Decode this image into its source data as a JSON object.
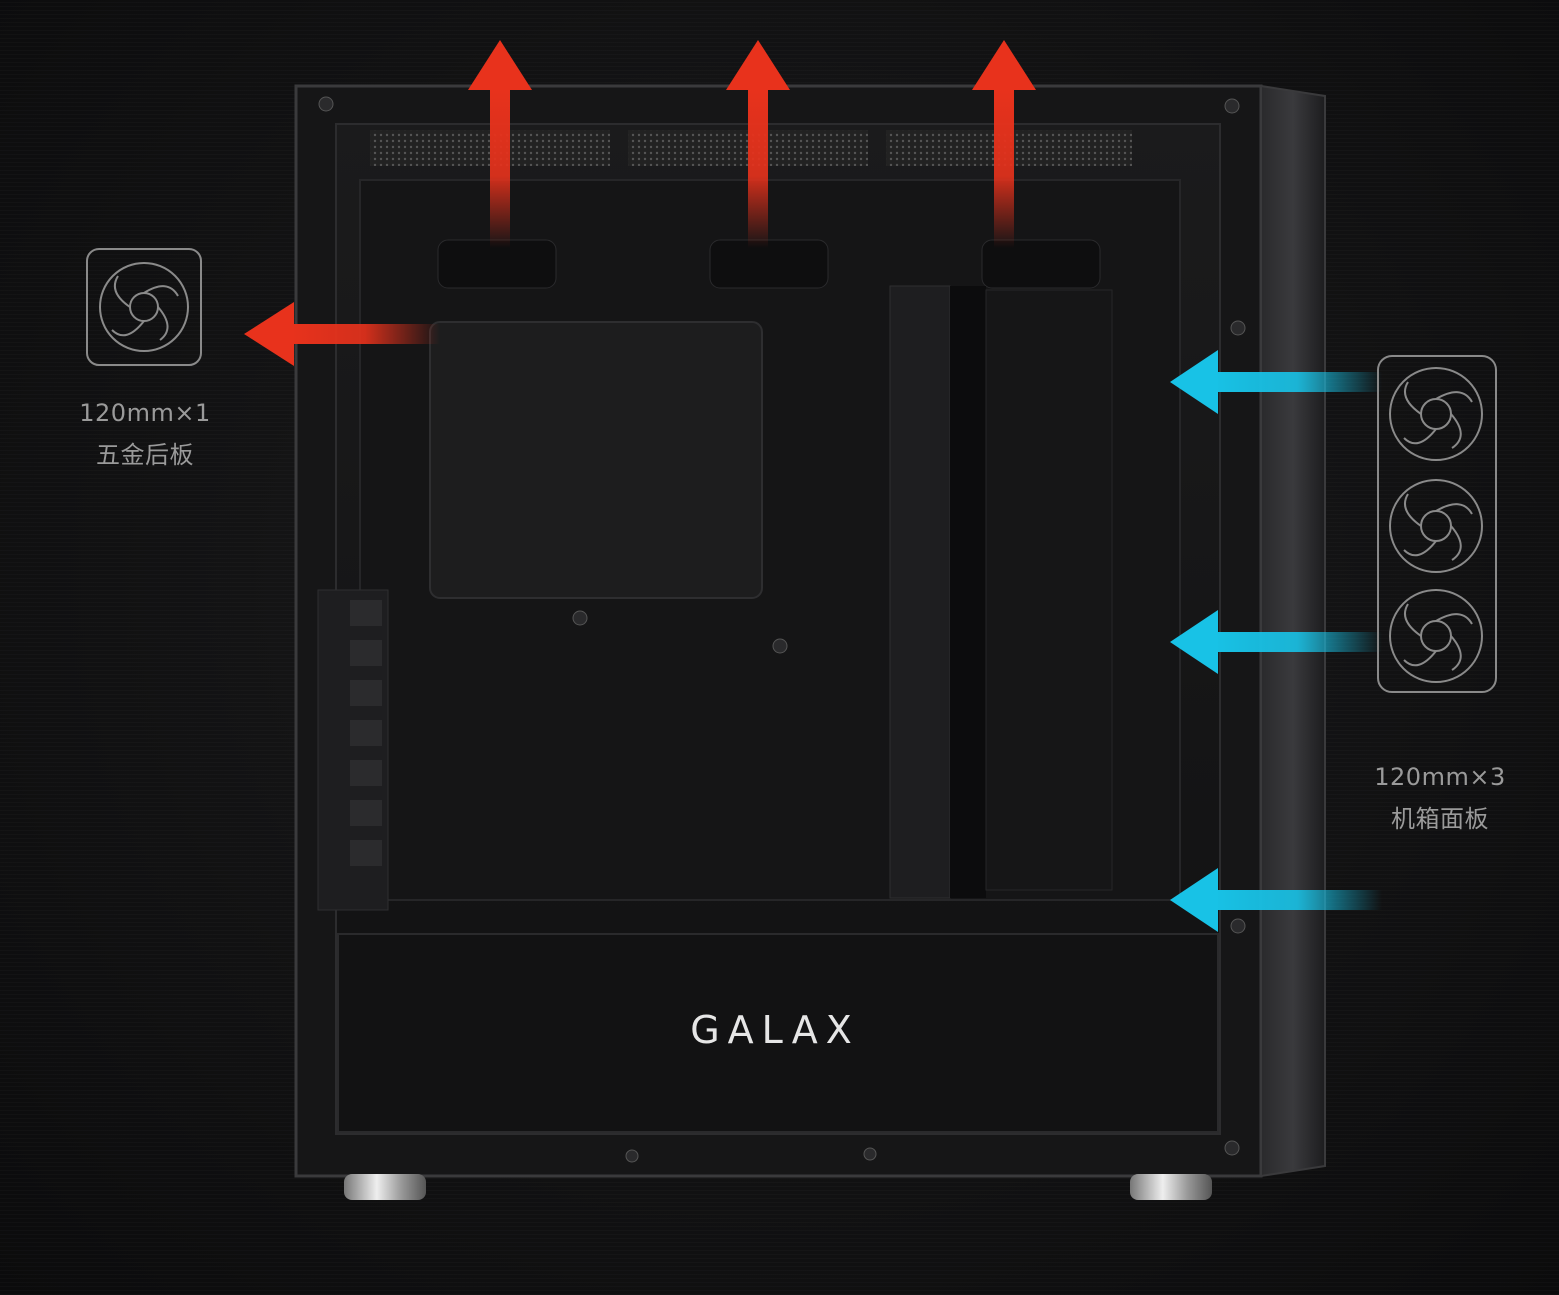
{
  "rear_fan": {
    "size_label": "120mm×1",
    "position_label": "五金后板",
    "count": 1
  },
  "front_fans": {
    "size_label": "120mm×3",
    "position_label": "机箱面板",
    "count": 3
  },
  "brand_logo": "GALAX",
  "colors": {
    "exhaust_arrow": "#e8321c",
    "intake_arrow": "#18c2e6",
    "background": "#0f0f10",
    "case_body": "#1a1a1b"
  },
  "icons": {
    "fan": "fan-icon",
    "exhaust": "arrow-exhaust-icon",
    "intake": "arrow-intake-icon"
  }
}
